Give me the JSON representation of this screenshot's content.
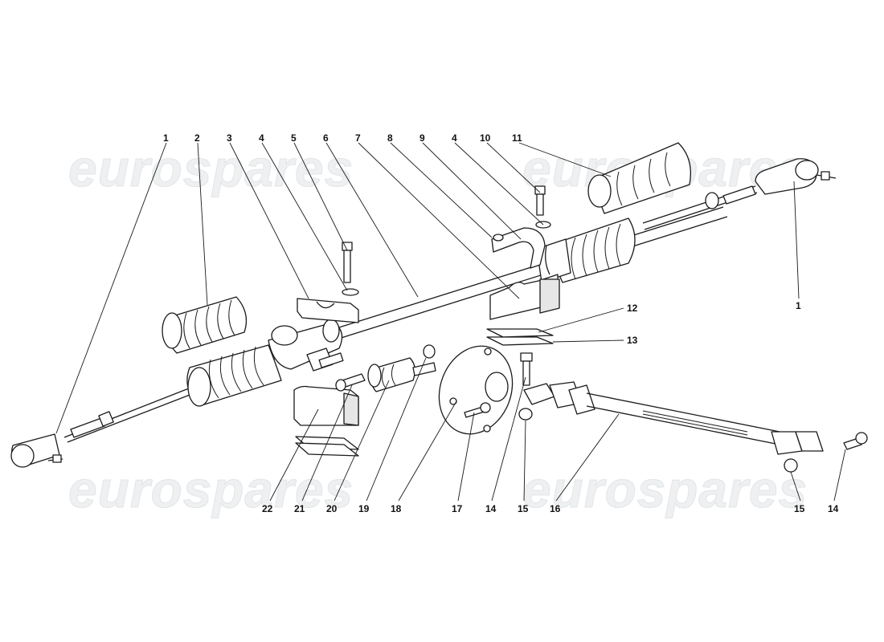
{
  "watermarks": [
    "eurospares",
    "eurospares",
    "eurospares",
    "eurospares"
  ],
  "callouts": {
    "top": [
      "1",
      "2",
      "3",
      "4",
      "5",
      "6",
      "7",
      "8",
      "9",
      "4",
      "10",
      "11"
    ],
    "right": [
      "1",
      "12",
      "13"
    ],
    "bottom": [
      "22",
      "21",
      "20",
      "19",
      "18",
      "17",
      "14",
      "15",
      "16",
      "15",
      "14"
    ]
  }
}
